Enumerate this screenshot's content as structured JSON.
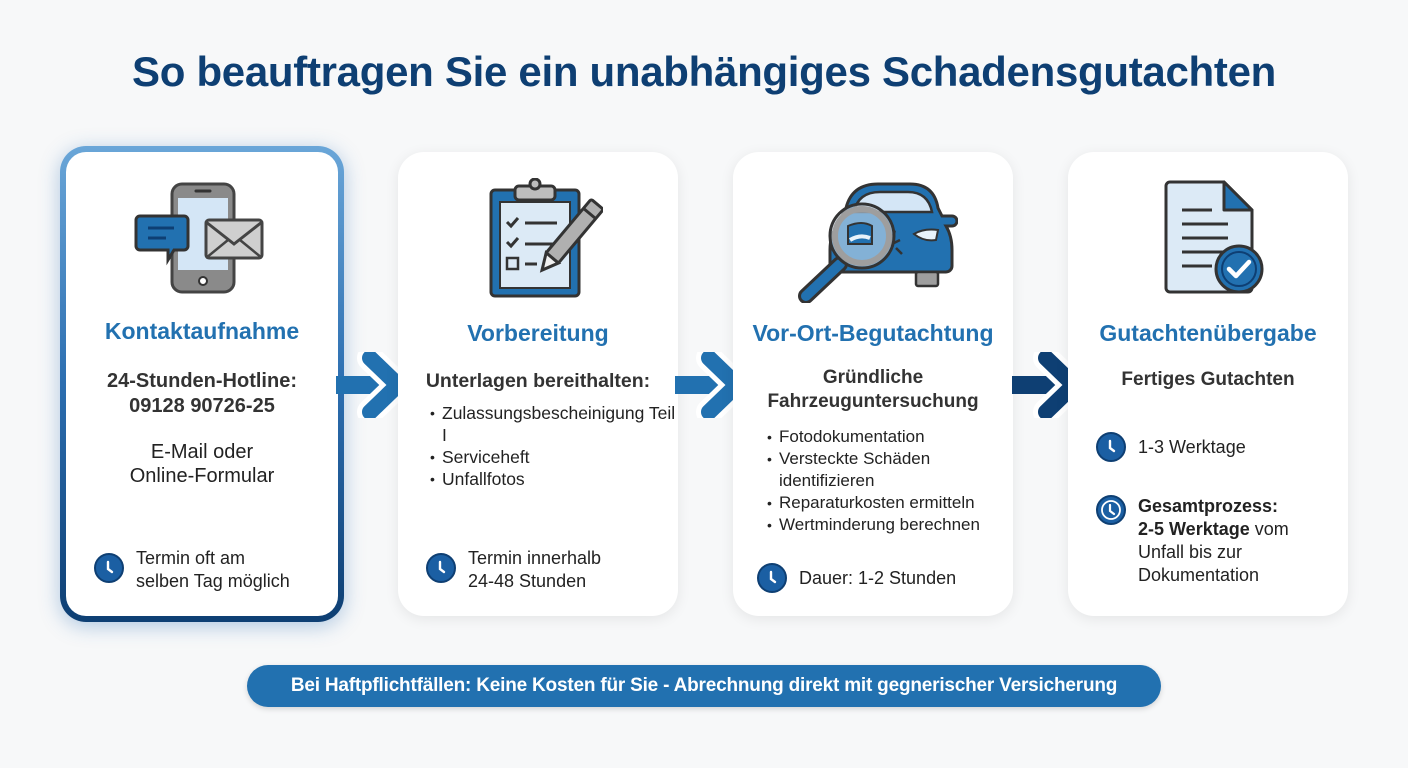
{
  "title": "So beauftragen Sie ein unabhängiges Schadensgutachten",
  "colors": {
    "title": "#0e3f73",
    "accent": "#2271b0",
    "dark_blue": "#0e3f73",
    "card_bg": "#ffffff",
    "note_bg": "#2271b0"
  },
  "steps": [
    {
      "icon": "phone-message-mail-icon",
      "title": "Kontaktaufnahme",
      "subtitle_lines": [
        "24-Stunden-Hotline:",
        "09128 90726-25"
      ],
      "text_lines": [
        "E-Mail oder",
        "Online-Formular"
      ],
      "clock_lines": [
        "Termin oft am",
        "selben Tag möglich"
      ],
      "active": true
    },
    {
      "icon": "clipboard-checklist-pencil-icon",
      "title": "Vorbereitung",
      "subtitle": "Unterlagen bereithalten:",
      "bullets": [
        "Zulassungsbescheinigung Teil I",
        "Serviceheft",
        "Unfallfotos"
      ],
      "clock_lines": [
        "Termin innerhalb",
        "24-48 Stunden"
      ]
    },
    {
      "icon": "car-magnifier-icon",
      "title": "Vor-Ort-Begutachtung",
      "subtitle_lines": [
        "Gründliche",
        "Fahrzeuguntersuchung"
      ],
      "bullets": [
        "Fotodokumentation",
        "Versteckte Schäden identifizieren",
        "Reparaturkosten ermitteln",
        "Wertminderung berechnen"
      ],
      "clock_lines": [
        "Dauer: 1-2 Stunden"
      ]
    },
    {
      "icon": "document-check-icon",
      "title": "Gutachtenübergabe",
      "subtitle": "Fertiges Gutachten",
      "clock_lines": [
        "1-3 Werktage"
      ],
      "total": {
        "bold_1": "Gesamtprozess:",
        "bold_2": "2-5 Werktage",
        "rest_1": " vom",
        "rest_2": "Unfall bis zur",
        "rest_3": "Dokumentation"
      }
    }
  ],
  "arrows": [
    "arrow-right-icon",
    "arrow-right-icon",
    "arrow-right-icon"
  ],
  "note": "Bei Haftpflichtfällen: Keine Kosten für Sie - Abrechnung direkt mit gegnerischer Versicherung"
}
